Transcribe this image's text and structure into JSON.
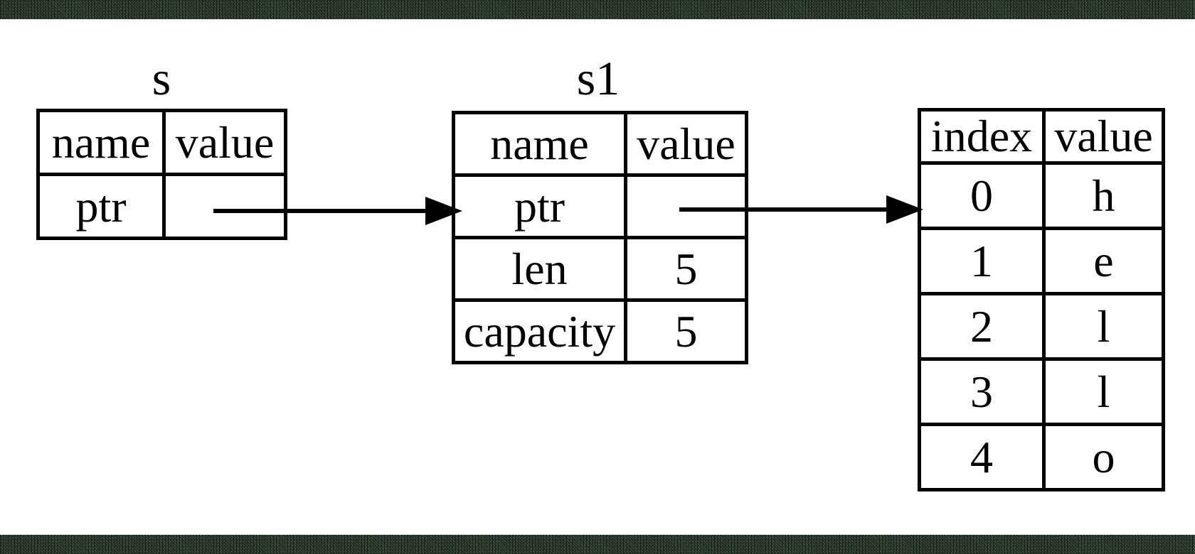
{
  "tables": {
    "s": {
      "title": "s",
      "headers": {
        "col1": "name",
        "col2": "value"
      },
      "rows": [
        {
          "col1": "ptr",
          "col2": ""
        }
      ]
    },
    "s1": {
      "title": "s1",
      "headers": {
        "col1": "name",
        "col2": "value"
      },
      "rows": [
        {
          "col1": "ptr",
          "col2": ""
        },
        {
          "col1": "len",
          "col2": "5"
        },
        {
          "col1": "capacity",
          "col2": "5"
        }
      ]
    },
    "heap": {
      "headers": {
        "col1": "index",
        "col2": "value"
      },
      "rows": [
        {
          "col1": "0",
          "col2": "h"
        },
        {
          "col1": "1",
          "col2": "e"
        },
        {
          "col1": "2",
          "col2": "l"
        },
        {
          "col1": "3",
          "col2": "l"
        },
        {
          "col1": "4",
          "col2": "o"
        }
      ]
    }
  },
  "arrows": [
    {
      "from": "s.ptr",
      "to": "s1"
    },
    {
      "from": "s1.ptr",
      "to": "heap.index0"
    }
  ],
  "colors": {
    "border": "#000000",
    "background": "#ffffff",
    "band_green": "#5c8260",
    "text": "#000000"
  }
}
